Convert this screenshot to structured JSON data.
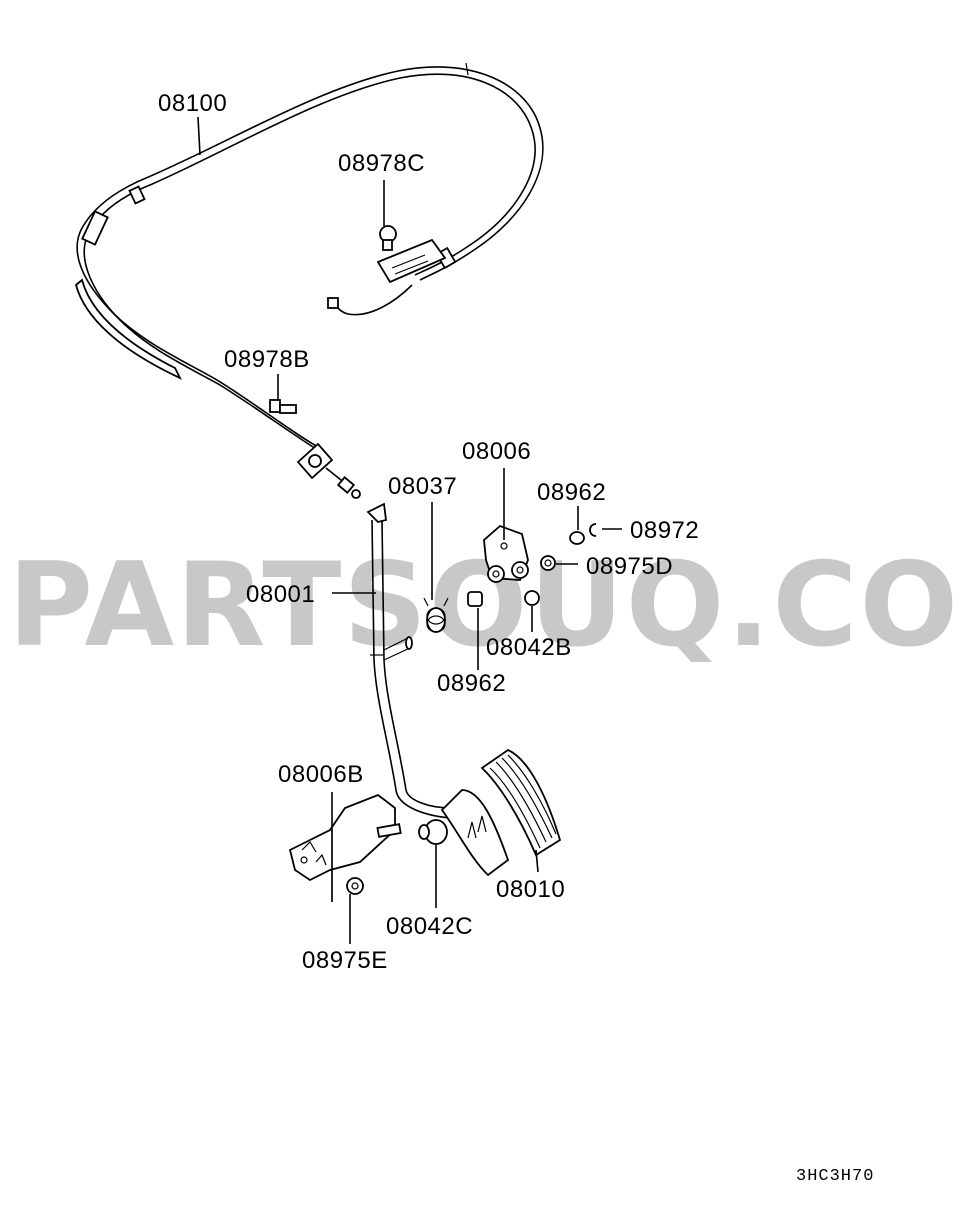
{
  "watermark": "PARTSOUQ.COM",
  "diagram_code": "3HC3H70",
  "labels": {
    "p08100": "08100",
    "p08978C": "08978C",
    "p08978B": "08978B",
    "p08006": "08006",
    "p08037": "08037",
    "p08962a": "08962",
    "p08972": "08972",
    "p08975D": "08975D",
    "p08001": "08001",
    "p08042B": "08042B",
    "p08962b": "08962",
    "p08006B": "08006B",
    "p08010": "08010",
    "p08042C": "08042C",
    "p08975E": "08975E"
  },
  "colors": {
    "ink": "#000000",
    "watermark": "#c8c8c8",
    "background": "#ffffff"
  }
}
